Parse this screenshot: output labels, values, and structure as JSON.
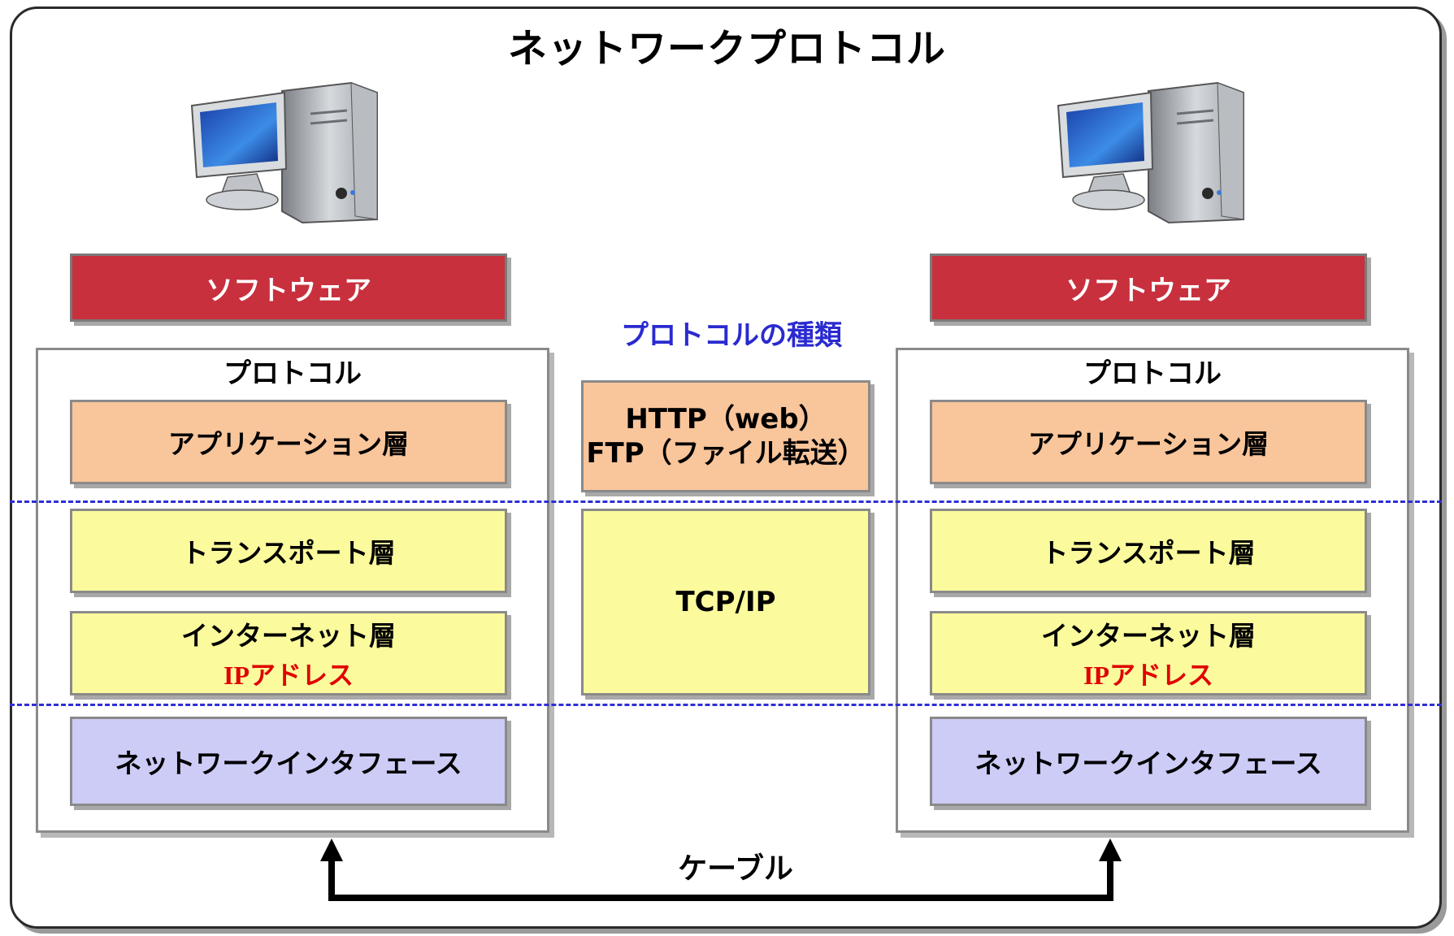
{
  "title": "ネットワークプロトコル",
  "left": {
    "software": "ソフトウェア",
    "protocol_title": "プロトコル",
    "application": "アプリケーション層",
    "transport": "トランスポート層",
    "internet": "インターネット層",
    "ip": "IPアドレス",
    "network_interface": "ネットワークインタフェース"
  },
  "right": {
    "software": "ソフトウェア",
    "protocol_title": "プロトコル",
    "application": "アプリケーション層",
    "transport": "トランスポート層",
    "internet": "インターネット層",
    "ip": "IPアドレス",
    "network_interface": "ネットワークインタフェース"
  },
  "center": {
    "kinds_title": "プロトコルの種類",
    "http": "HTTP（web）",
    "ftp": "FTP（ファイル転送）",
    "tcpip": "TCP/IP"
  },
  "cable": "ケーブル",
  "colors": {
    "software": "#c8303d",
    "application": "#f9c59b",
    "transport_internet": "#fbfb9d",
    "network_interface": "#cdccf7",
    "ip_text": "#e00000",
    "kinds_text": "#2a2ad0",
    "dashed_line": "#2e2ed8"
  },
  "icons": [
    "computer-icon",
    "computer-icon",
    "bidirectional-arrow"
  ]
}
